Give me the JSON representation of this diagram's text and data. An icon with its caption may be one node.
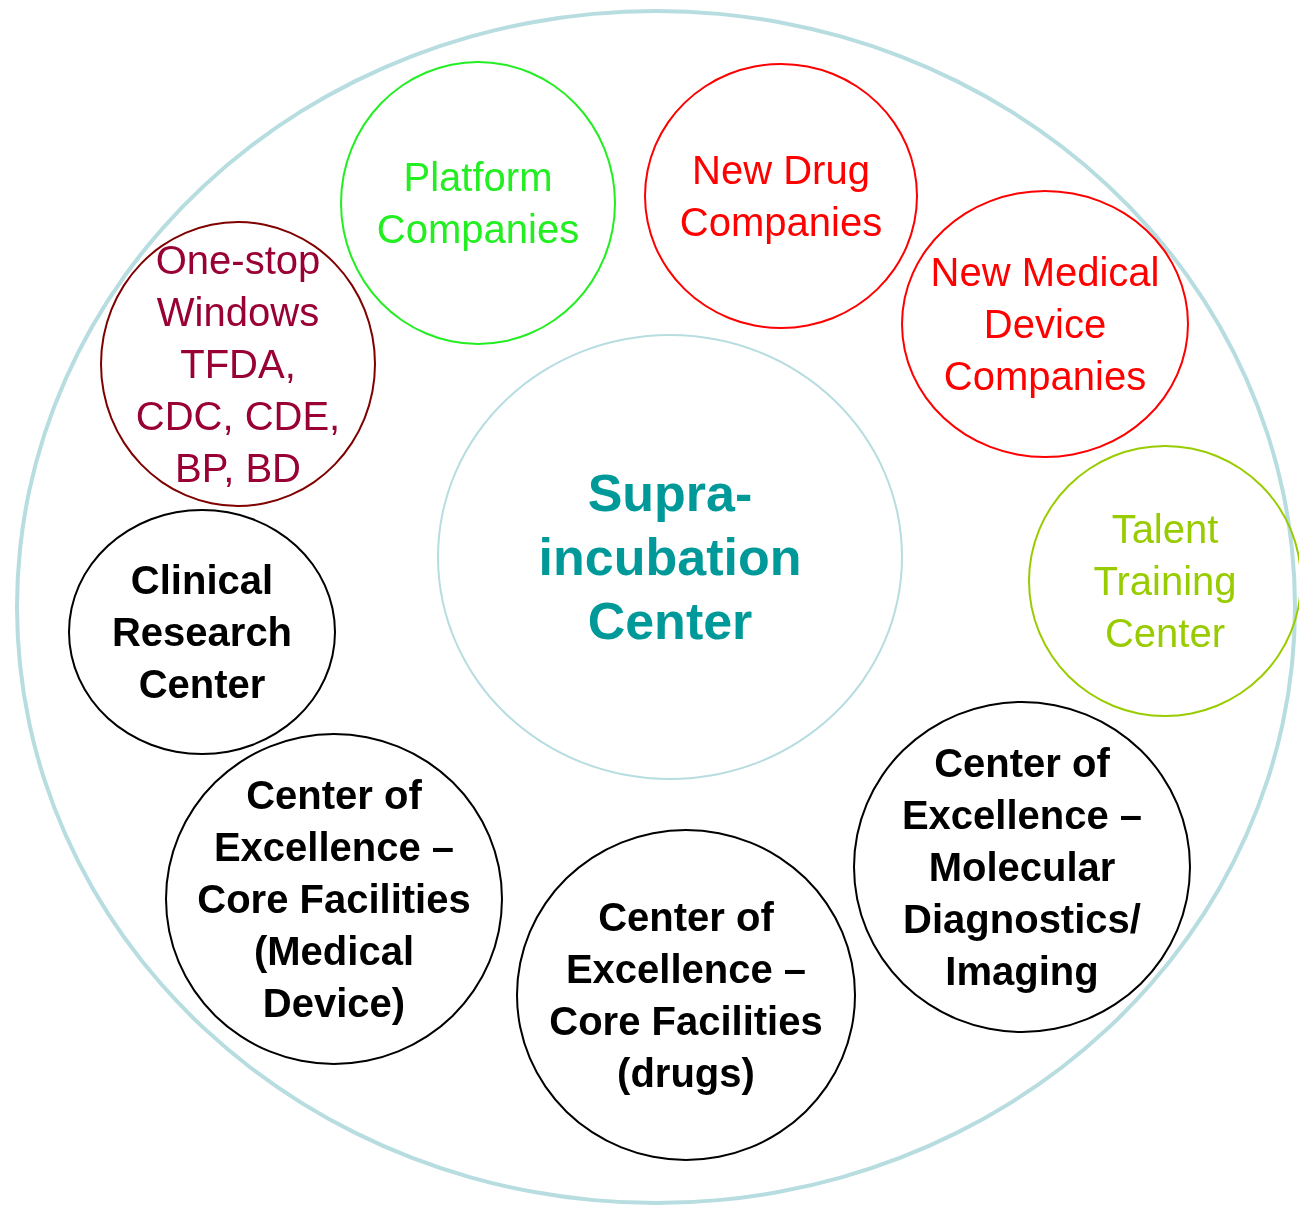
{
  "diagram": {
    "nodes": [
      {
        "text": [],
        "shape": "circle"
      },
      {
        "text": [
          "Platform Companies"
        ],
        "in": 0
      },
      {
        "text": [
          "New Drug Companies"
        ],
        "in": 0
      },
      {
        "text": [
          "New Medical Device Companies"
        ],
        "in": 0
      },
      {
        "text": [
          "One-stop Windows TFDA, CDC, CDE, BP, BD"
        ],
        "in": 0
      },
      {
        "text": [
          "Supra-incubation Center"
        ],
        "in": 0
      },
      {
        "text": [
          "Talent Training Center"
        ],
        "in": 0
      },
      {
        "text": [
          "Clinical Research Center"
        ],
        "in": 0
      },
      {
        "text": [
          "Center of Excellence – Molecular Diagnostics/ Imaging"
        ],
        "in": 0
      },
      {
        "text": [
          "Center of Excellence – Core Facilities (Medical Device)"
        ],
        "in": 0
      },
      {
        "text": [
          "Center of Excellence – Core Facilities (drugs)"
        ],
        "in": 0
      }
    ],
    "edges": []
  }
}
